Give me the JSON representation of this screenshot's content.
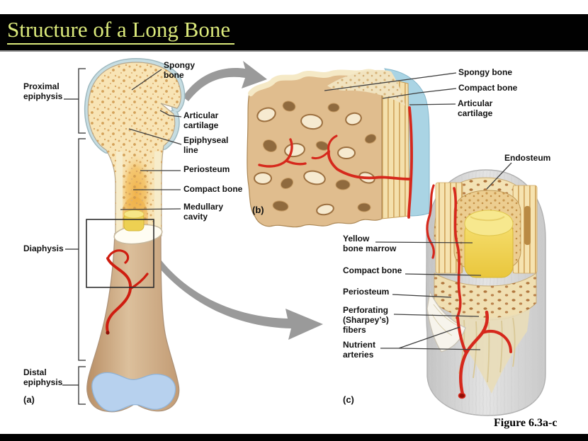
{
  "slide": {
    "title": "Structure of a Long Bone",
    "figure_caption": "Figure 6.3a-c"
  },
  "panel_a": {
    "label": "(a)",
    "labels": {
      "proximal_epiphysis": "Proximal\nepiphysis",
      "spongy_bone": "Spongy\nbone",
      "articular_cartilage": "Articular\ncartilage",
      "epiphyseal_line": "Epiphyseal\nline",
      "periosteum": "Periosteum",
      "compact_bone": "Compact bone",
      "medullary_cavity": "Medullary\ncavity",
      "diaphysis": "Diaphysis",
      "distal_epiphysis": "Distal\nepiphysis"
    }
  },
  "panel_b": {
    "label": "(b)",
    "labels": {
      "spongy_bone": "Spongy bone",
      "compact_bone": "Compact bone",
      "articular_cartilage": "Articular\ncartilage"
    }
  },
  "panel_c": {
    "label": "(c)",
    "labels": {
      "endosteum": "Endosteum",
      "yellow_bone_marrow": "Yellow\nbone marrow",
      "compact_bone": "Compact bone",
      "periosteum": "Periosteum",
      "perforating_fibers": "Perforating\n(Sharpey’s)\nfibers",
      "nutrient_arteries": "Nutrient\narteries"
    }
  },
  "colors": {
    "title_text": "#dbe97b",
    "header_bg": "#010101",
    "cartilage_blue": "#c6dde2",
    "distal_cartilage_blue": "#b7d1ee",
    "spongy_cream": "#f8e4b5",
    "shaft_tan": "#c9a583",
    "marrow_yellow": "#edd052",
    "medullary_orange": "#f2b44e",
    "artery_red": "#d6281c",
    "compact_cream": "#f4e0ac",
    "periosteum_gray": "#d9d9d9",
    "arrow_gray": "#9a9a9a",
    "leader_line": "#3f3f3f"
  }
}
